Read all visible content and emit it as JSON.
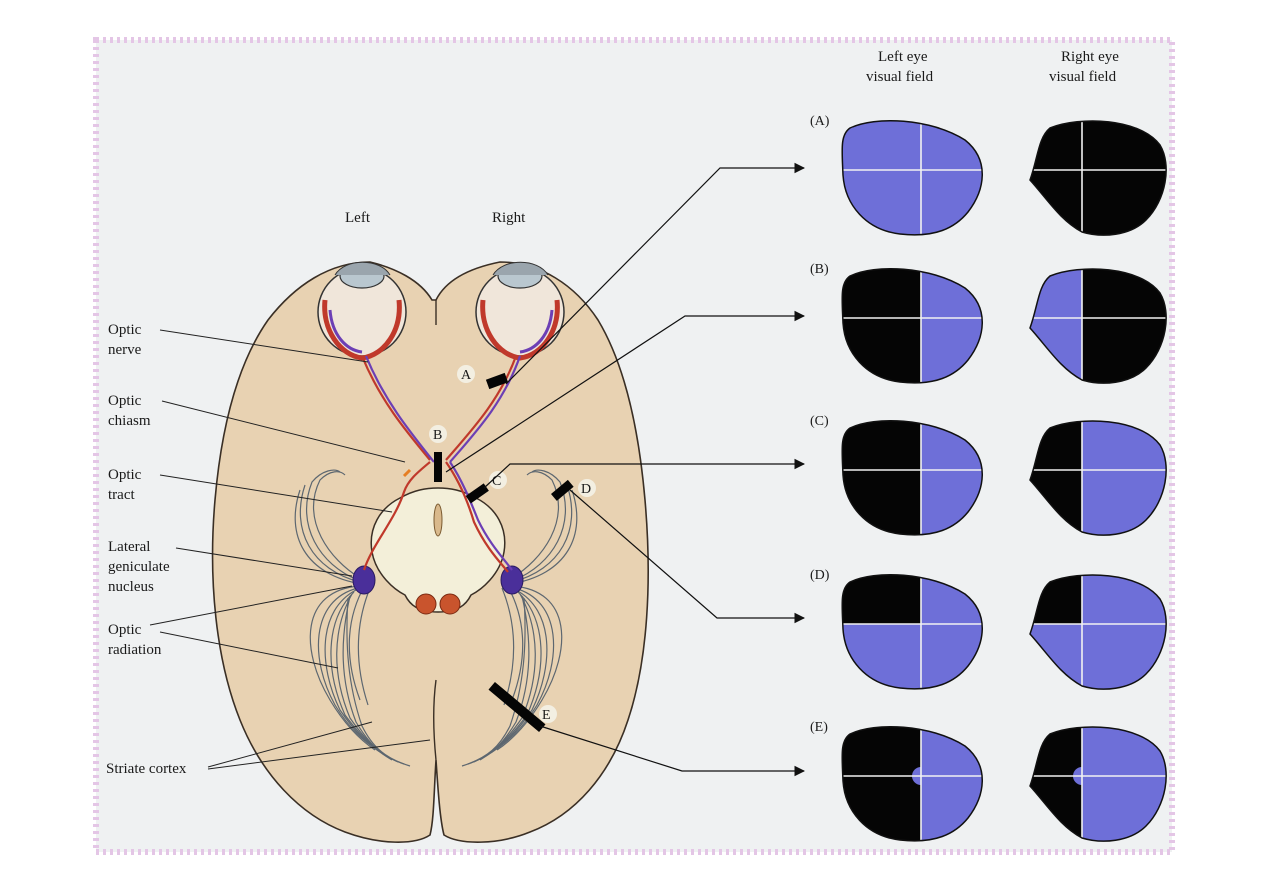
{
  "sides": {
    "left": "Left",
    "right": "Right"
  },
  "column_headers": {
    "left_eye": [
      "Left eye",
      "visual field"
    ],
    "right_eye": [
      "Right eye",
      "visual field"
    ]
  },
  "structures": {
    "optic_nerve": [
      "Optic",
      "nerve"
    ],
    "optic_chiasm": [
      "Optic",
      "chiasm"
    ],
    "optic_tract": [
      "Optic",
      "tract"
    ],
    "lgn": [
      "Lateral",
      "geniculate",
      "nucleus"
    ],
    "optic_radiation": [
      "Optic",
      "radiation"
    ],
    "striate_cortex": "Striate cortex"
  },
  "lesions": [
    "A",
    "B",
    "C",
    "D",
    "E"
  ],
  "panels": [
    {
      "label": "(A)",
      "left_eye": [
        "blue",
        "blue",
        "blue",
        "blue"
      ],
      "right_eye": [
        "black",
        "black",
        "black",
        "black"
      ]
    },
    {
      "label": "(B)",
      "left_eye": [
        "black",
        "blue",
        "black",
        "blue"
      ],
      "right_eye": [
        "blue",
        "black",
        "blue",
        "black"
      ]
    },
    {
      "label": "(C)",
      "left_eye": [
        "black",
        "blue",
        "black",
        "blue"
      ],
      "right_eye": [
        "black",
        "blue",
        "black",
        "blue"
      ]
    },
    {
      "label": "(D)",
      "left_eye": [
        "black",
        "blue",
        "blue",
        "blue"
      ],
      "right_eye": [
        "black",
        "blue",
        "blue",
        "blue"
      ]
    },
    {
      "label": "(E)",
      "left_eye": [
        "black",
        "blue",
        "black",
        "blue"
      ],
      "right_eye": [
        "black",
        "blue",
        "black",
        "blue"
      ]
    }
  ],
  "colors": {
    "field_blue": "#6e6fd8",
    "field_black": "#050505",
    "brain": "#e8d2b2",
    "brainstem": "#f3efd9",
    "lgn": "#4a2f9a",
    "background": "#eff1f2",
    "border": "#e4c6e6"
  }
}
